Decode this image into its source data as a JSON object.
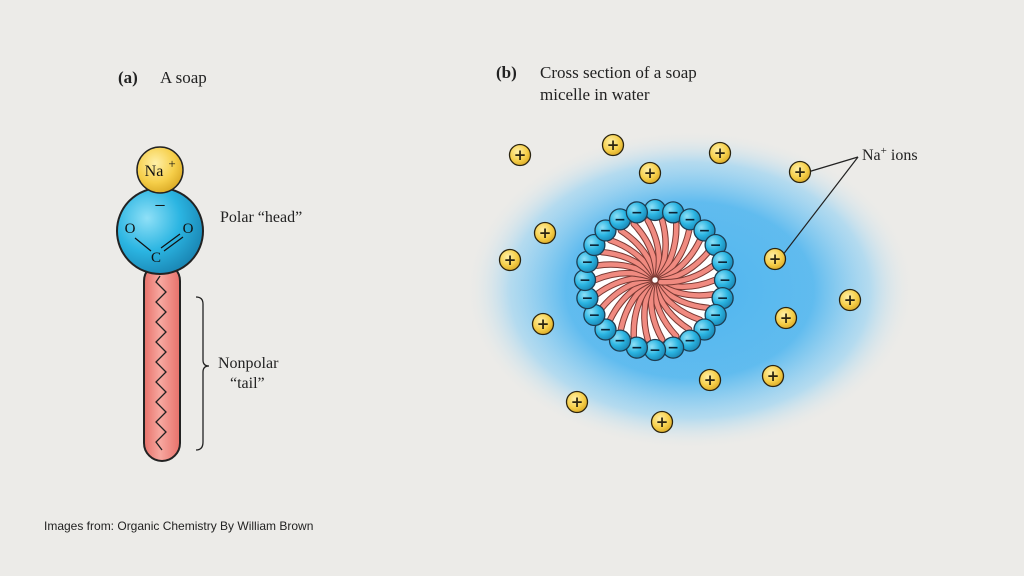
{
  "panel_a": {
    "letter": "(a)",
    "title": "A soap",
    "sodium_label": "Na",
    "sodium_charge": "+",
    "head_charge": "−",
    "oxygen_left": "O",
    "oxygen_right": "O",
    "carbon": "C",
    "head_label": "Polar “head”",
    "tail_label_line1": "Nonpolar",
    "tail_label_line2": "“tail”"
  },
  "panel_b": {
    "letter": "(b)",
    "title_line1": "Cross section of a soap",
    "title_line2": "micelle in water",
    "ion_label_base": "Na",
    "ion_label_charge": "+",
    "ion_label_suffix": " ions",
    "plus_symbol": "+",
    "minus_symbol": "−"
  },
  "caption": "Images from: Organic Chemistry By William Brown",
  "colors": {
    "background": "#ecebe8",
    "head_blue": "#2bb5e2",
    "sodium_yellow": "#f6cf4a",
    "tail_pink": "#f08a80",
    "water_blue": "#4fb6ef"
  }
}
